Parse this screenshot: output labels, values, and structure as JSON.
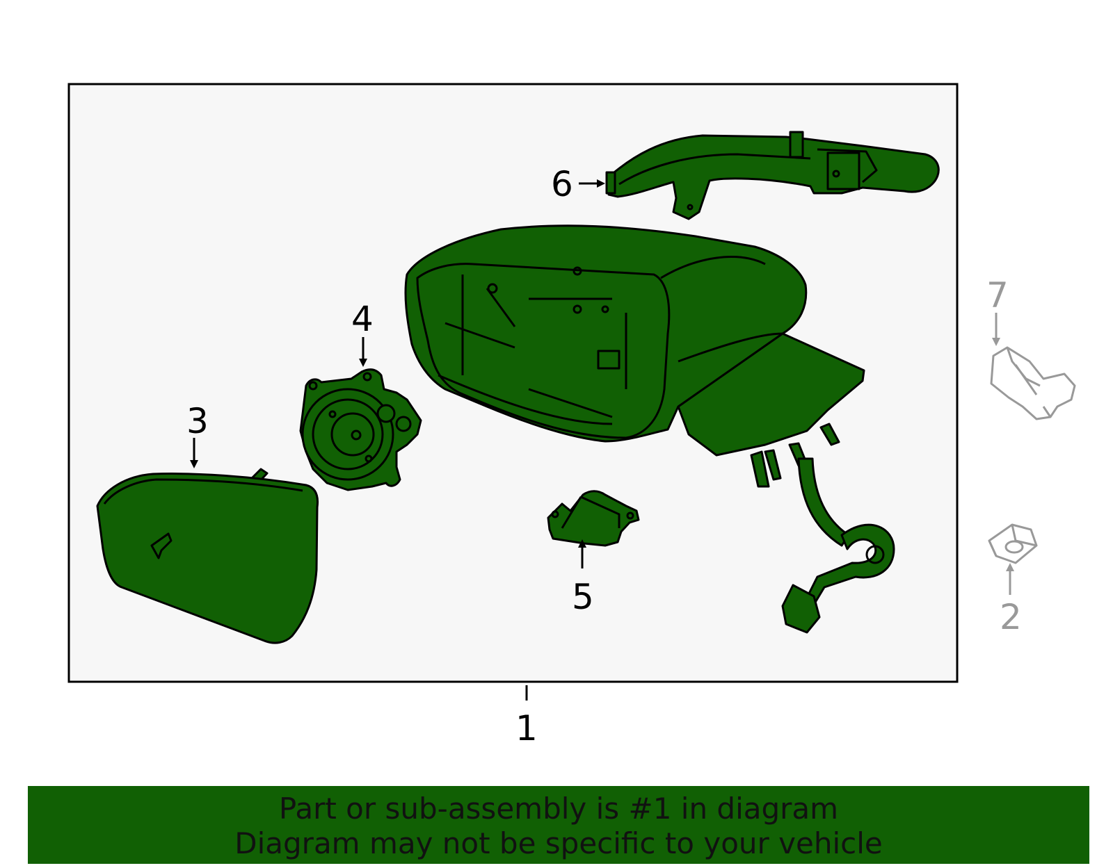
{
  "callouts": {
    "c1": "1",
    "c2": "2",
    "c3": "3",
    "c4": "4",
    "c5": "5",
    "c6": "6",
    "c7": "7"
  },
  "banner": {
    "line1": "Part or sub-assembly is #1 in diagram",
    "line2": "Diagram may not be specific to your vehicle"
  },
  "colors": {
    "part_fill": "#116004",
    "box_fill": "#f7f7f7",
    "outline": "#000000",
    "excluded_parts": "#999999",
    "banner_bg": "#116004"
  }
}
